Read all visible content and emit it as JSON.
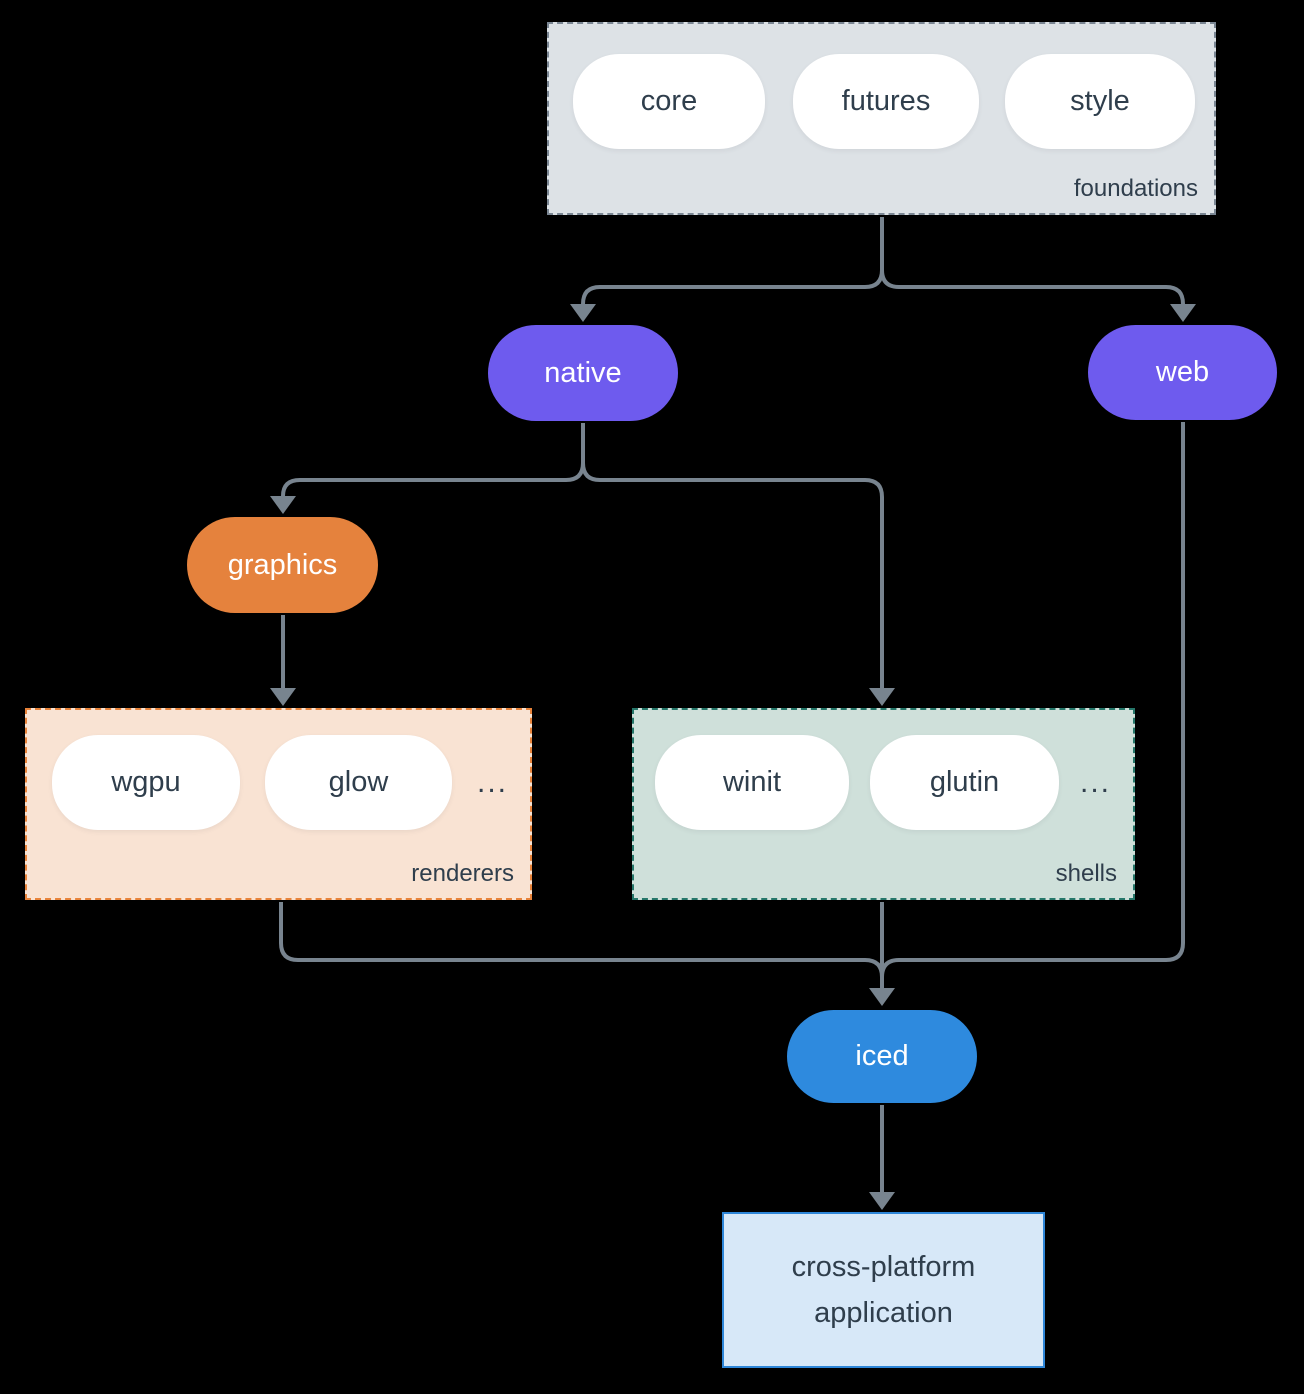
{
  "foundations": {
    "label": "foundations",
    "pills": [
      "core",
      "futures",
      "style"
    ]
  },
  "nodes": {
    "native": "native",
    "web": "web",
    "graphics": "graphics",
    "iced": "iced"
  },
  "renderers": {
    "label": "renderers",
    "pills": [
      "wgpu",
      "glow"
    ],
    "more": "..."
  },
  "shells": {
    "label": "shells",
    "pills": [
      "winit",
      "glutin"
    ],
    "more": "..."
  },
  "application": {
    "line1": "cross-platform",
    "line2": "application"
  },
  "colors": {
    "background": "#000000",
    "foundations_fill": "#dde2e6",
    "foundations_border": "#7b8794",
    "purple_fill": "#6e5bee",
    "graphics_fill": "#e5823d",
    "renderers_fill": "#f9e3d3",
    "renderers_border": "#e8833a",
    "shells_fill": "#cfe0da",
    "shells_border": "#26776a",
    "iced_fill": "#2e8ade",
    "app_fill": "#d7e8f8",
    "app_border": "#2e86d8",
    "connector": "#78848f",
    "text_dark": "#2f3e4c",
    "text_light": "#ffffff"
  }
}
